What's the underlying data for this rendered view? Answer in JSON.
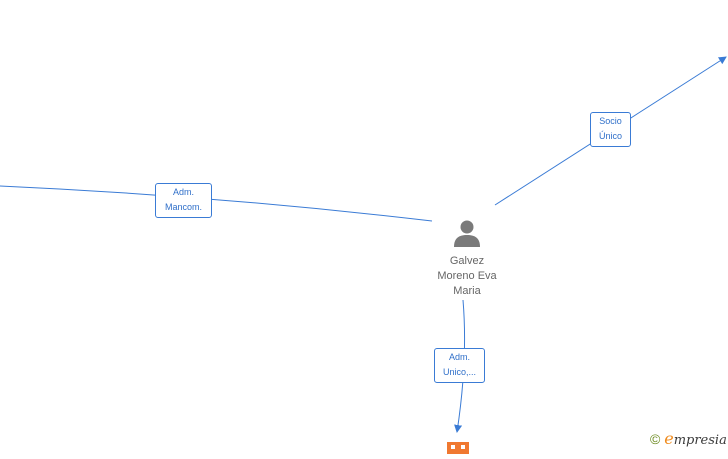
{
  "nodes": {
    "person": {
      "name": "Galvez\nMoreno Eva\nMaria",
      "icon": "person-icon"
    },
    "company": {
      "icon": "building-icon"
    }
  },
  "edges": [
    {
      "id": "edge-adm-mancom",
      "label": "Adm.\nMancom."
    },
    {
      "id": "edge-socio-unico",
      "label": "Socio\nÚnico"
    },
    {
      "id": "edge-adm-unico",
      "label": "Adm.\nUnico,..."
    }
  ],
  "colors": {
    "edge": "#3a7bd5",
    "person_icon": "#7a7a7a",
    "company_icon": "#f07830",
    "brand_accent": "#f08b1d"
  },
  "footer": {
    "copyright_symbol": "©",
    "brand_initial": "e",
    "brand_rest": "mpresia"
  }
}
